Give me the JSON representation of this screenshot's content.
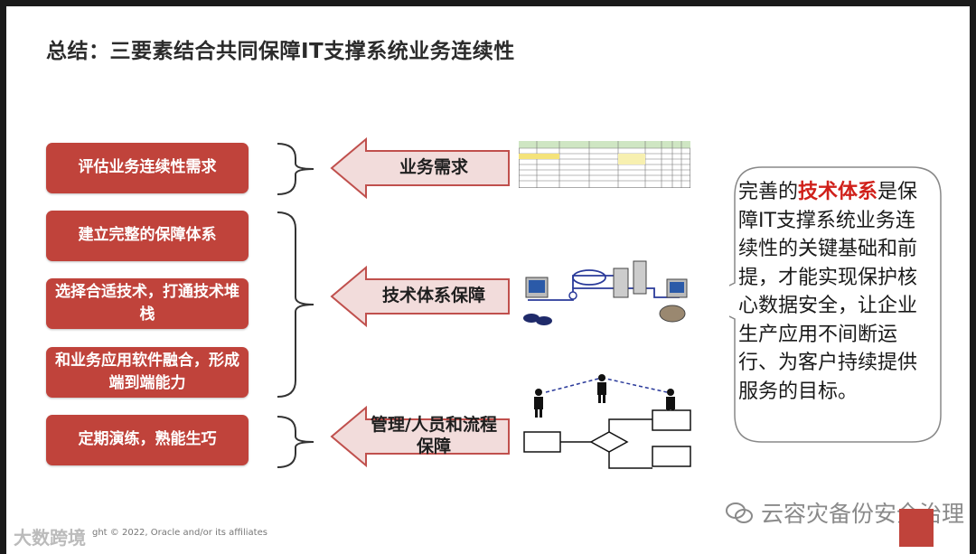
{
  "title": "总结：三要素结合共同保障IT支撑系统业务连续性",
  "left_boxes": [
    {
      "label": "评估业务连续性需求"
    },
    {
      "label": "建立完整的保障体系"
    },
    {
      "label": "选择合适技术，打通技术堆栈"
    },
    {
      "label": "和业务应用软件融合，形成端到端能力"
    },
    {
      "label": "定期演练，熟能生巧"
    }
  ],
  "arrows": [
    {
      "label": "业务需求"
    },
    {
      "label": "技术体系保障"
    },
    {
      "label": "管理/人员和流程保障"
    }
  ],
  "callout": {
    "prefix": "完善的",
    "highlight": "技术体系",
    "suffix": "是保障IT支撑系统业务连续性的关键基础和前提，才能实现保护核心数据安全，让企业生产应用不间断运行、为客户持续提供服务的目标。"
  },
  "footer": "ght © 2022, Oracle and/or its affiliates",
  "watermark_left": "大数跨境",
  "watermark_right": "云容灾备份安全治理",
  "colors": {
    "box_red": "#c0433b",
    "arrow_fill": "#f2dcdb",
    "arrow_border": "#c0504d",
    "highlight": "#d0201a"
  }
}
